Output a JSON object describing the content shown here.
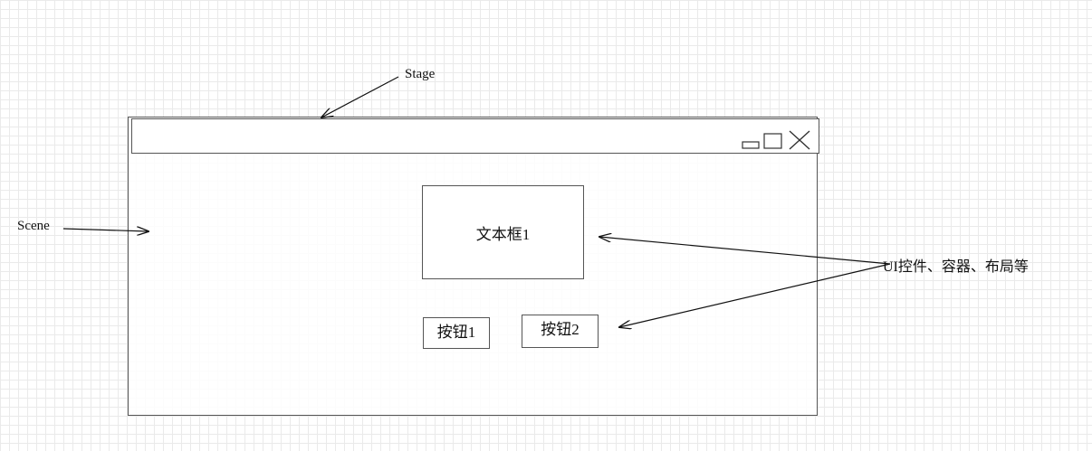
{
  "labels": {
    "stage": "Stage",
    "scene": "Scene",
    "ui_controls": "UI控件、容器、布局等"
  },
  "window": {
    "controls": [
      "minimize-icon",
      "maximize-icon",
      "close-icon"
    ]
  },
  "widgets": {
    "textbox": "文本框1",
    "button1": "按钮1",
    "button2": "按钮2"
  },
  "colors": {
    "stroke": "#555555",
    "grid": "#eaeaea",
    "arrow": "#111111"
  }
}
